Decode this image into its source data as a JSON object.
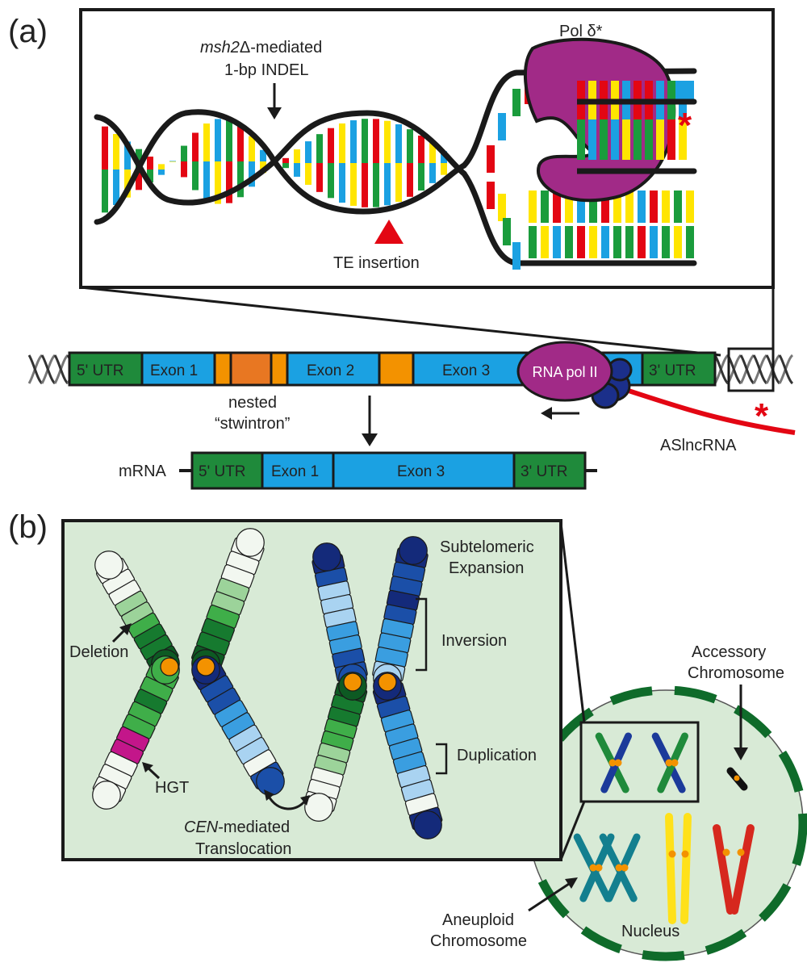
{
  "panel_a": {
    "label": "(a)",
    "indel_line1_italic": "msh2",
    "indel_line1_rest": "Δ-mediated",
    "indel_line2": "1-bp INDEL",
    "pol_delta": "Pol δ*",
    "te_insertion": "TE insertion",
    "asterisk": "*",
    "gene": {
      "utr5": "5' UTR",
      "exon1": "Exon 1",
      "exon2": "Exon 2",
      "exon3": "Exon 3",
      "utr3": "3' UTR",
      "rna_pol": "RNA pol II",
      "stwintron_line1": "nested",
      "stwintron_line2": "“stwintron”",
      "aslncrna": "ASlncRNA"
    },
    "mrna": {
      "label": "mRNA",
      "utr5": "5' UTR",
      "exon1": "Exon 1",
      "exon3": "Exon 3",
      "utr3": "3' UTR"
    }
  },
  "panel_b": {
    "label": "(b)",
    "subtelomeric_line1": "Subtelomeric",
    "subtelomeric_line2": "Expansion",
    "inversion": "Inversion",
    "deletion": "Deletion",
    "duplication": "Duplication",
    "hgt": "HGT",
    "cen_italic": "CEN",
    "cen_rest": "-mediated",
    "translocation": "Translocation",
    "accessory_line1": "Accessory",
    "accessory_line2": "Chromosome",
    "aneuploid_line1": "Aneuploid",
    "aneuploid_line2": "Chromosome",
    "nucleus": "Nucleus"
  },
  "colors": {
    "base_red": "#e30613",
    "base_yellow": "#ffe500",
    "base_blue": "#1ba1e2",
    "base_green": "#1a9c3c",
    "utr_green": "#1f8a3b",
    "exon_blue": "#1ba1e2",
    "intron_orange": "#f39200",
    "pol_magenta": "#a12a87",
    "panel_b_bg": "#d8ead6",
    "centromere": "#f39200"
  }
}
